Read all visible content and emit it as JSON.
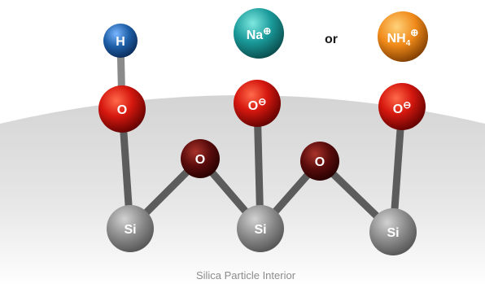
{
  "diagram": {
    "atoms": {
      "hydrogen": "H",
      "oxygen_hydroxyl": "O",
      "oxygen_anion_center": "O",
      "oxygen_anion_right": "O",
      "oxygen_bridge_left": "O",
      "oxygen_bridge_right": "O",
      "silicon_left": "Si",
      "silicon_center": "Si",
      "silicon_right": "Si"
    },
    "charges": {
      "negative": "⊖",
      "positive": "⊕"
    },
    "cations": {
      "sodium": "Na",
      "ammonium_base": "NH",
      "ammonium_subscript": "4"
    },
    "connector": "or",
    "caption": "Silica Particle Interior",
    "colors": {
      "oxygen": "#d6180f",
      "bridge_oxygen": "#5a0c0c",
      "hydrogen": "#1e5fa8",
      "sodium": "#1a9a9a",
      "ammonium": "#f08a1a",
      "silicon": "#8a8a8a",
      "bond": "#5e5e5e",
      "surface": "#d8d8d8"
    }
  }
}
